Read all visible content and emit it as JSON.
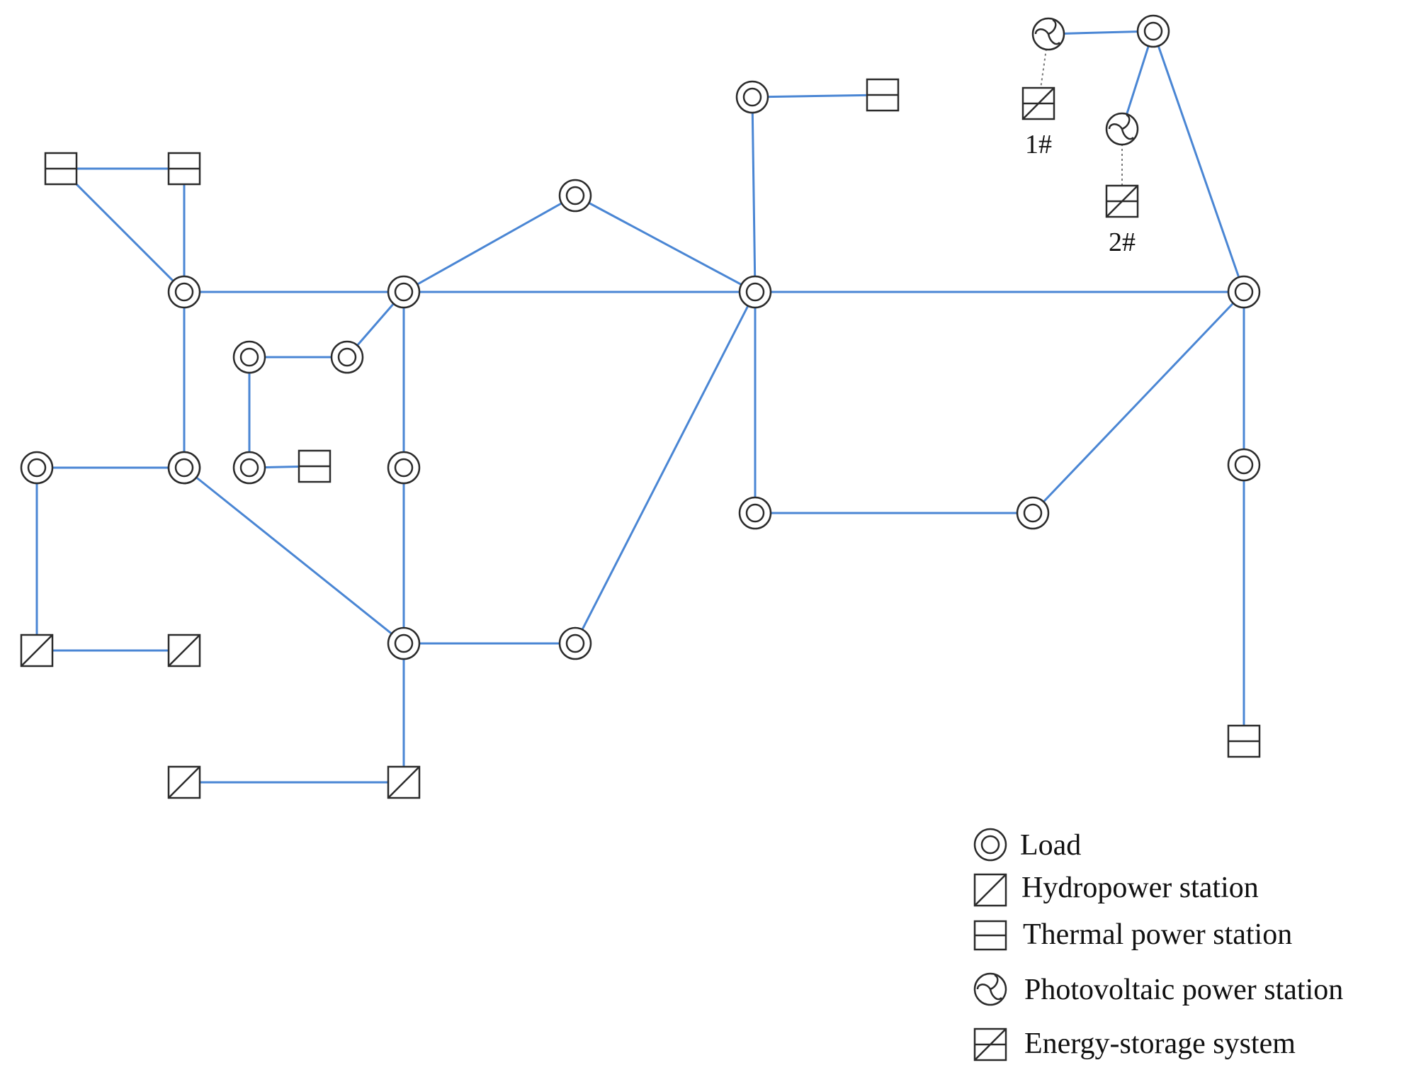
{
  "colors": {
    "line": "#4a86d4",
    "dashed": "#7a7a7a",
    "symbol": "#2b2b2b"
  },
  "legend": {
    "items": [
      {
        "type": "load",
        "label": "Load"
      },
      {
        "type": "hydro",
        "label": "Hydropower station"
      },
      {
        "type": "thermal",
        "label": "Thermal power station"
      },
      {
        "type": "pv",
        "label": "Photovoltaic power station"
      },
      {
        "type": "storage",
        "label": "Energy-storage system"
      }
    ]
  },
  "nodes": [
    {
      "id": "L1",
      "type": "load"
    },
    {
      "id": "L2",
      "type": "load"
    },
    {
      "id": "L3",
      "type": "load"
    },
    {
      "id": "L4",
      "type": "load"
    },
    {
      "id": "L5",
      "type": "load"
    },
    {
      "id": "L6",
      "type": "load"
    },
    {
      "id": "L7",
      "type": "load"
    },
    {
      "id": "L8",
      "type": "load"
    },
    {
      "id": "L9",
      "type": "load"
    },
    {
      "id": "L10",
      "type": "load"
    },
    {
      "id": "L11",
      "type": "load"
    },
    {
      "id": "L12",
      "type": "load"
    },
    {
      "id": "L13",
      "type": "load"
    },
    {
      "id": "L14",
      "type": "load"
    },
    {
      "id": "L15",
      "type": "load"
    },
    {
      "id": "L16",
      "type": "load"
    },
    {
      "id": "L17",
      "type": "load"
    },
    {
      "id": "L18",
      "type": "load"
    },
    {
      "id": "T1",
      "type": "thermal"
    },
    {
      "id": "T2",
      "type": "thermal"
    },
    {
      "id": "T3",
      "type": "thermal"
    },
    {
      "id": "T4",
      "type": "thermal"
    },
    {
      "id": "T5",
      "type": "thermal"
    },
    {
      "id": "H1",
      "type": "hydro"
    },
    {
      "id": "H2",
      "type": "hydro"
    },
    {
      "id": "H3",
      "type": "hydro"
    },
    {
      "id": "H4",
      "type": "hydro"
    },
    {
      "id": "P1",
      "type": "pv"
    },
    {
      "id": "P2",
      "type": "pv"
    },
    {
      "id": "S1",
      "type": "storage",
      "label": "1#"
    },
    {
      "id": "S2",
      "type": "storage",
      "label": "2#"
    }
  ],
  "edges": [
    [
      "T1",
      "T2"
    ],
    [
      "T1",
      "L1"
    ],
    [
      "T2",
      "L1"
    ],
    [
      "L1",
      "L2"
    ],
    [
      "L1",
      "L9"
    ],
    [
      "L2",
      "L3"
    ],
    [
      "L2",
      "L4"
    ],
    [
      "L3",
      "L4"
    ],
    [
      "L2",
      "L5"
    ],
    [
      "L2",
      "L6"
    ],
    [
      "L2",
      "L7"
    ],
    [
      "L5",
      "L13"
    ],
    [
      "L13",
      "L12"
    ],
    [
      "L12",
      "T3"
    ],
    [
      "L10",
      "L9"
    ],
    [
      "L9",
      "L8"
    ],
    [
      "L10",
      "H1"
    ],
    [
      "H1",
      "H2"
    ],
    [
      "L8",
      "L7"
    ],
    [
      "L6",
      "L7"
    ],
    [
      "L7",
      "H4"
    ],
    [
      "H3",
      "H4"
    ],
    [
      "L7",
      "L11"
    ],
    [
      "L11",
      "L4"
    ],
    [
      "L4",
      "L14"
    ],
    [
      "L14",
      "T4"
    ],
    [
      "L4",
      "L15"
    ],
    [
      "L4",
      "L16"
    ],
    [
      "L16",
      "L17"
    ],
    [
      "L17",
      "L15"
    ],
    [
      "L15",
      "L18"
    ],
    [
      "L18",
      "T5"
    ],
    [
      "P1",
      "L19"
    ],
    [
      "L19",
      "P2"
    ],
    [
      "L19",
      "L15"
    ]
  ],
  "dashed_edges": [
    [
      "P1",
      "S1"
    ],
    [
      "P2",
      "S2"
    ]
  ]
}
